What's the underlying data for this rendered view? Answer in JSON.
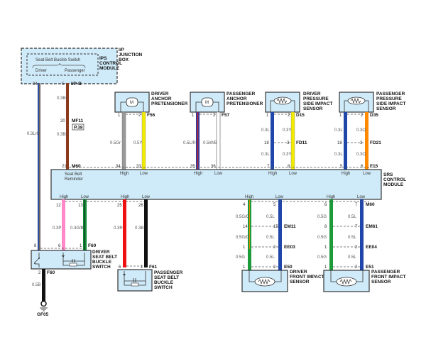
{
  "modules": {
    "ip_junction_box": [
      "I/P",
      "JUNCTION",
      "BOX"
    ],
    "ips_control_module": [
      "IPS",
      "CONTROL",
      "MODULE"
    ],
    "seat_belt_buckle_switch": "Seat Belt Buckle Switch",
    "driver": "Driver",
    "passenger": "Passenger",
    "srs_control_module": [
      "SRS",
      "CONTROL",
      "MODULE"
    ],
    "seat_belt_reminder": [
      "Seat Belt",
      "Reminder"
    ],
    "driver_anchor_pretensioner": [
      "DRIVER",
      "ANCHOR",
      "PRETENSIONER"
    ],
    "passenger_anchor_pretensioner": [
      "PASSENGER",
      "ANCHOR",
      "PRETENSIONER"
    ],
    "driver_pressure_side_impact_sensor": [
      "DRIVER",
      "PRESSURE",
      "SIDE IMPACT",
      "SENSOR"
    ],
    "passenger_pressure_side_impact_sensor": [
      "PASSENGER",
      "PRESSURE",
      "SIDE IMPACT",
      "SENSOR"
    ],
    "driver_seat_belt_buckle_switch": [
      "DRIVER",
      "SEAT BELT",
      "BUCKLE",
      "SWITCH"
    ],
    "passenger_seat_belt_buckle_switch": [
      "PASSENGER",
      "SEAT BELT",
      "BUCKLE",
      "SWITCH"
    ],
    "driver_front_impact_sensor": [
      "DRIVER",
      "FRONT IMPACT",
      "SENSOR"
    ],
    "passenger_front_impact_sensor": [
      "PASSENGER",
      "FRONT IMPACT",
      "SENSOR"
    ],
    "motor_symbol": "M"
  },
  "connectors": {
    "ipb": "I/P-B",
    "mf11": "MF11",
    "page_ref": "P.38",
    "m60": "M60",
    "f56": "F56",
    "f57": "F57",
    "d15": "D15",
    "fd11": "FD11",
    "d35": "D35",
    "fd21": "FD21",
    "f15": "F15",
    "f60": "F60",
    "f61": "F61",
    "em11": "EM11",
    "ee03": "EE03",
    "e50": "E50",
    "m60b": "M60",
    "em61": "EM61",
    "ee04": "EE04",
    "e51": "E51",
    "gf05": "GF05"
  },
  "signal_labels": {
    "high": "High",
    "low": "Low"
  },
  "wires": {
    "ips_driver": {
      "pin_top": "24",
      "pin_bottom": "8",
      "spec": "0.3L/O",
      "color": "#2a4fa0"
    },
    "ips_passenger": {
      "pin_top": "5",
      "pin_mf11": "20",
      "pin_m60": "21",
      "spec1": "0.3Br",
      "spec2": "0.3Br",
      "color": "#8b3a1e"
    },
    "drv_anchor_high": {
      "pin_top": "1",
      "pin_bottom": "34",
      "spec": "0.5Gr",
      "color": "#9a9a9a"
    },
    "drv_anchor_low": {
      "pin_top": "2",
      "pin_bottom": "33",
      "spec": "0.5Y",
      "color": "#f2ea00"
    },
    "pas_anchor_high": {
      "pin_top": "1",
      "pin_bottom": "35",
      "spec": "0.5L/R",
      "color": "#2a3fa0",
      "stripe": "#d42020"
    },
    "pas_anchor_low": {
      "pin_top": "2",
      "pin_bottom": "36",
      "spec": "0.5W/B",
      "color": "#ffffff"
    },
    "drv_side_high": {
      "pin_top": "1",
      "pin_mid": "18",
      "pin_bottom": "7",
      "spec1": "0.3L",
      "spec2": "0.3L",
      "color": "#1f46a8"
    },
    "drv_side_low": {
      "pin_top": "2",
      "pin_mid": "3",
      "pin_bottom": "8",
      "spec1": "0.3Y",
      "spec2": "0.3Y",
      "color": "#f2ea00"
    },
    "pas_side_high": {
      "pin_top": "1",
      "pin_mid": "18",
      "pin_bottom": "5",
      "spec1": "0.3L",
      "spec2": "0.3L",
      "color": "#1f46a8"
    },
    "pas_side_low": {
      "pin_top": "2",
      "pin_mid": "3",
      "pin_bottom": "6",
      "spec1": "0.3O",
      "spec2": "0.3O",
      "color": "#ff8a00"
    },
    "drv_buckle_high": {
      "pin_top": "12",
      "pin_bottom": "6",
      "spec": "0.3P",
      "color": "#ff88c8"
    },
    "drv_buckle_low": {
      "pin_top": "13",
      "pin_bottom": "1",
      "spec": "0.3G/B",
      "color": "#138a3a"
    },
    "pas_buckle_high": {
      "pin_top": "25",
      "pin_bottom": "6",
      "spec": "0.3R",
      "color": "#ee1111"
    },
    "pas_buckle_low": {
      "pin_top": "26",
      "pin_bottom": "1",
      "spec": "0.3B",
      "color": "#111111"
    },
    "drv_front_high": {
      "pins": [
        "4",
        "14",
        "1",
        "1"
      ],
      "specs": [
        "0.5G/O",
        "0.5G/O",
        "0.5G"
      ],
      "color": "#1d9a3a",
      "stripe": "#e08a00"
    },
    "drv_front_low": {
      "pins": [
        "5",
        "15",
        "2",
        "2"
      ],
      "specs": [
        "0.5L",
        "0.5L",
        "0.5L"
      ],
      "color": "#1f46a8"
    },
    "pas_front_high": {
      "pins": [
        "6",
        "8",
        "1",
        "1"
      ],
      "specs": [
        "0.5G",
        "0.5G",
        "0.5G"
      ],
      "color": "#1d9a3a"
    },
    "pas_front_low": {
      "pins": [
        "7",
        "7",
        "2",
        "2"
      ],
      "specs": [
        "0.5L",
        "0.5L",
        "0.5L"
      ],
      "color": "#1f46a8"
    },
    "ground": {
      "pin": "2",
      "spec": "0.5B",
      "color": "#111111"
    }
  },
  "colors": {
    "module_fill": "#cfeaf8",
    "outline": "#333333"
  }
}
